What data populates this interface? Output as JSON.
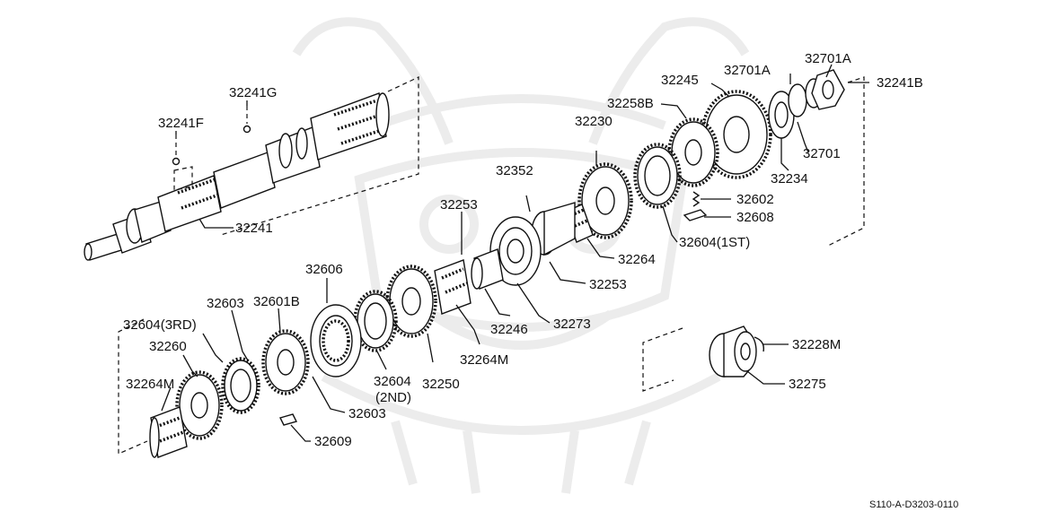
{
  "labels": {
    "p32241G": "32241G",
    "p32241F": "32241F",
    "p32241": "32241",
    "p32245": "32245",
    "p32701A_1": "32701A",
    "p32701A_2": "32701A",
    "p32241B": "32241B",
    "p32258B": "32258B",
    "p32230": "32230",
    "p32701": "32701",
    "p32234": "32234",
    "p32352": "32352",
    "p32602": "32602",
    "p32608": "32608",
    "p32253_top": "32253",
    "p32604_1st": "32604(1ST)",
    "p32264": "32264",
    "p32606": "32606",
    "p32253_mid": "32253",
    "p32603_top": "32603",
    "p32601B": "32601B",
    "p32604_3rd": "32604(3RD)",
    "p32246": "32246",
    "p32273": "32273",
    "p32260": "32260",
    "p32264M_right": "32264M",
    "p32228M": "32228M",
    "p32604_2nd_a": "32604",
    "p32604_2nd_b": "(2ND)",
    "p32250": "32250",
    "p32275": "32275",
    "p32264M_left": "32264M",
    "p32603_bottom": "32603",
    "p32609": "32609"
  },
  "footer": {
    "code": "S110-A-D3203-0110"
  },
  "watermark": {
    "icon": "samurai-helmet-watermark",
    "color": "#ececec"
  }
}
